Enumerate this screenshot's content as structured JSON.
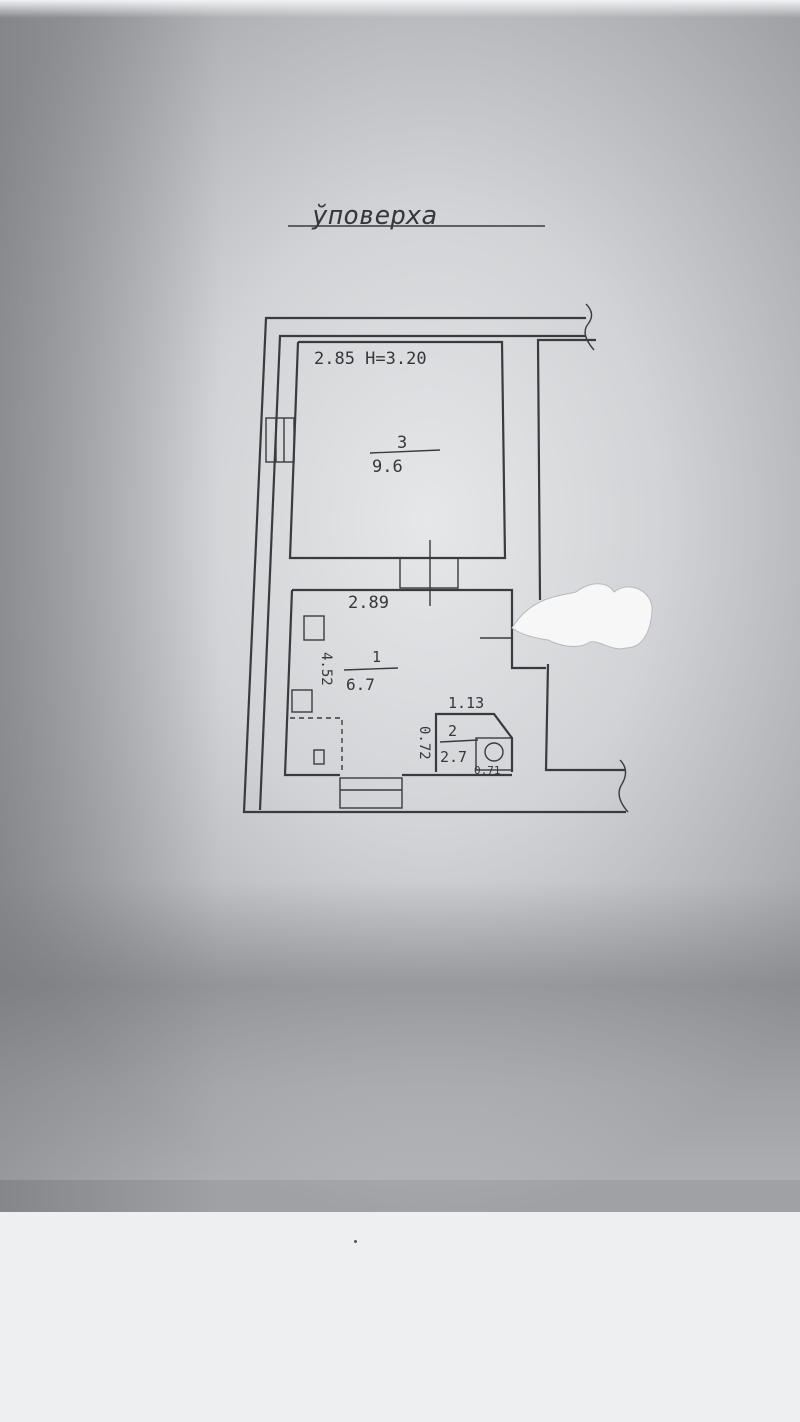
{
  "drawing": {
    "title": "ўповерха",
    "rooms": [
      {
        "number": "3",
        "area": "9.6",
        "dims": "2.85  H=3.20"
      },
      {
        "number": "1",
        "area": "6.7",
        "width": "2.89",
        "side": "4.52"
      },
      {
        "number": "2",
        "area": "2.7",
        "width": "1.13",
        "side": "0.72",
        "extra": "0.71"
      }
    ]
  },
  "colors": {
    "paper": "#e6e7e9",
    "ink": "#3a3b3e",
    "shadow": "#9fa1a5"
  }
}
